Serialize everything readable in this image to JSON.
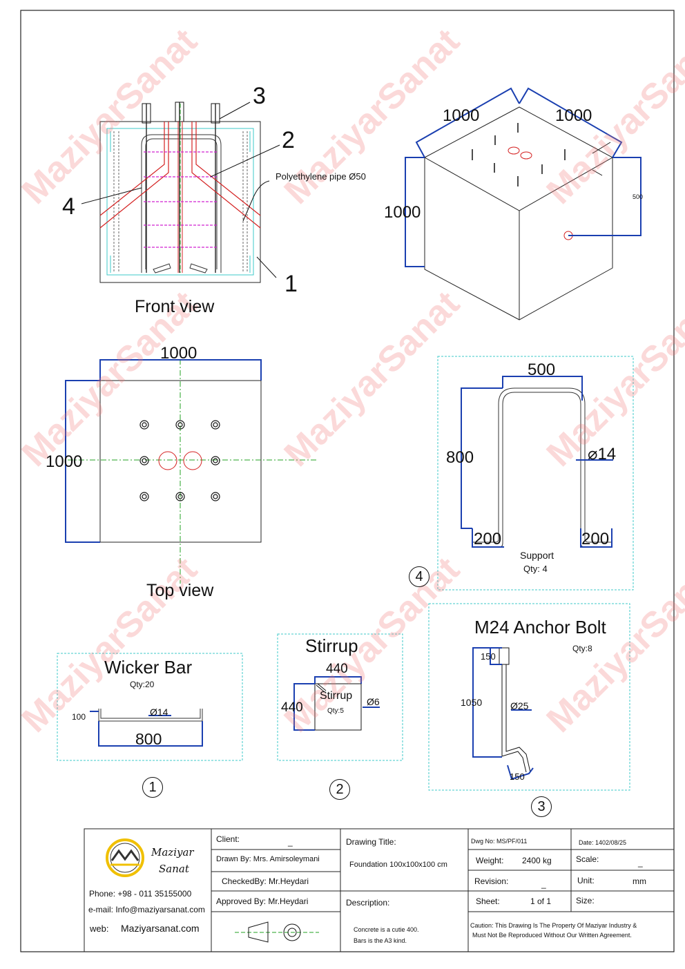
{
  "watermark": "MaziyarSanat",
  "views": {
    "front_title": "Front view",
    "top_title": "Top view",
    "callouts": [
      "1",
      "2",
      "3",
      "4"
    ],
    "pipe_label": "Polyethylene pipe Ø50",
    "iso_dims": {
      "left_width": "1000",
      "right_width": "1000",
      "height": "1000",
      "hole_height": "500"
    },
    "top_dims": {
      "width": "1000",
      "height": "1000"
    }
  },
  "details": {
    "support": {
      "dim_top": "500",
      "dim_height": "800",
      "dim_dia": "⌀14",
      "dim_left_leg": "200",
      "dim_right_leg": "200",
      "name": "Support",
      "qty": "Qty: 4",
      "number": "4"
    },
    "wicker_bar": {
      "title": "Wicker Bar",
      "qty": "Qty:20",
      "dim_hook": "100",
      "dim_dia": "Ø14",
      "dim_length": "800",
      "number": "1"
    },
    "stirrup": {
      "title": "Stirrup",
      "dim_width": "440",
      "dim_height": "440",
      "inner_label": "Stirrup",
      "inner_qty": "Qty:5",
      "dim_dia": "Ø6",
      "number": "2"
    },
    "anchor_bolt": {
      "title": "M24 Anchor Bolt",
      "qty": "Qty:8",
      "dim_thread": "150",
      "dim_length": "1050",
      "dim_dia": "Ø25",
      "dim_hook": "150",
      "number": "3"
    }
  },
  "title_block": {
    "company_line1": "Maziyar",
    "company_line2": "Sanat",
    "phone": "Phone: +98 - 011 35155000",
    "email": "e-mail:  Info@maziyarsanat.com",
    "web_label": "web:",
    "web_value": "Maziyarsanat.com",
    "client_label": "Client:",
    "client_value": "_",
    "drawn_by": "Drawn By:  Mrs. Amirsoleymani",
    "checked_by": "CheckedBy:  Mr.Heydari",
    "approved_by": "Approved By:  Mr.Heydari",
    "drawing_title_label": "Drawing Title:",
    "drawing_title_value": "Foundation 100x100x100 cm",
    "description_label": "Description:",
    "description_line1": "Concrete is a cutie 400.",
    "description_line2": "Bars is the A3 kind.",
    "dwg_no": "Dwg No:  MS/PF/011",
    "date": "Date:   1402/08/25",
    "weight_label": "Weight:",
    "weight_value": "2400  kg",
    "scale_label": "Scale:",
    "scale_value": "_",
    "revision_label": "Revision:",
    "revision_value": "_",
    "unit_label": "Unit:",
    "unit_value": "mm",
    "sheet_label": "Sheet:",
    "sheet_value": "1 of 1",
    "size_label": "Size:",
    "caution_line1": "Caution: This Drawing Is The Property Of Maziyar Industry &",
    "caution_line2": "Must Not Be Reproduced Without Our Written Agreement."
  },
  "colors": {
    "dim_blue": "#1a3fb0",
    "cyan": "#3cc8c8",
    "red": "#d42020",
    "magenta": "#d020d0",
    "green": "#20a020",
    "logo_yellow": "#f0c000"
  }
}
